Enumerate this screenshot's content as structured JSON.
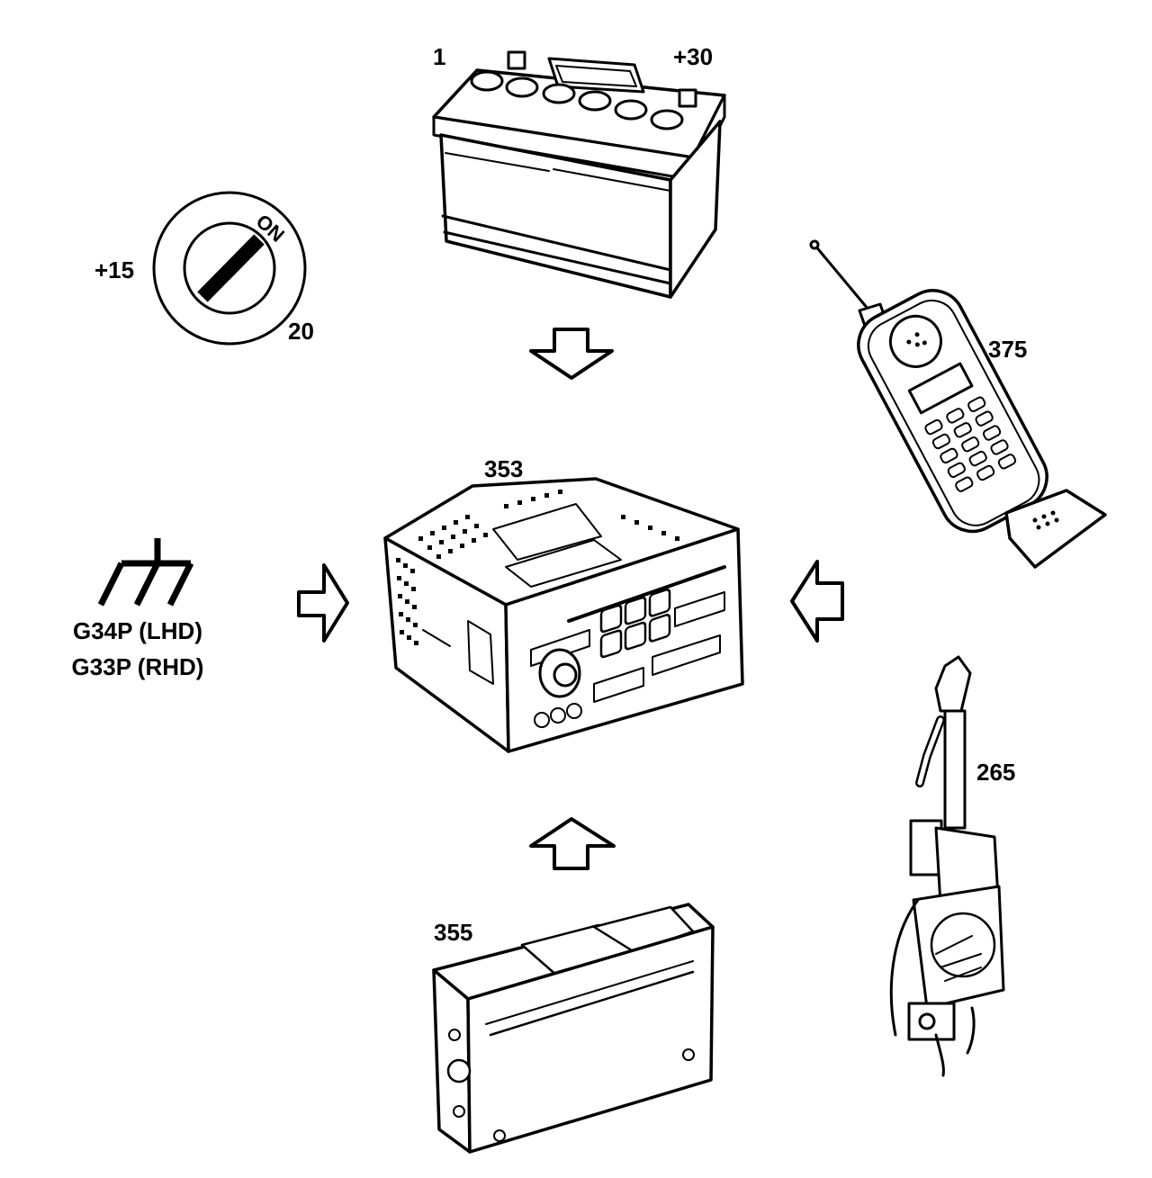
{
  "labels": {
    "battery_ref": "1",
    "battery_terminal": "+30",
    "ignition_terminal": "+15",
    "ignition_ref": "20",
    "ignition_on": "ON",
    "ground_lhd": "G34P (LHD)",
    "ground_rhd": "G33P (RHD)",
    "radio_ref": "353",
    "phone_ref": "375",
    "antenna_ref": "265",
    "changer_ref": "355"
  },
  "colors": {
    "ink": "#000000",
    "paper": "#ffffff"
  },
  "icons": [
    "battery-icon",
    "ignition-switch-icon",
    "ground-symbol-icon",
    "radio-unit-icon",
    "mobile-phone-icon",
    "power-antenna-icon",
    "cd-changer-icon",
    "arrow-down-icon",
    "arrow-right-icon",
    "arrow-left-icon",
    "arrow-up-icon"
  ]
}
